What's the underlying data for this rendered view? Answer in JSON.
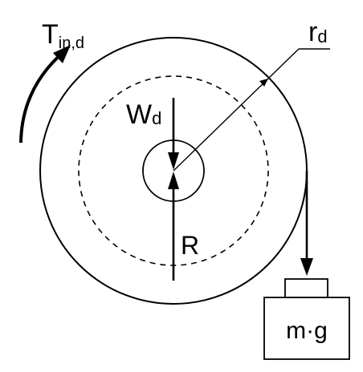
{
  "labels": {
    "torque_main": "T",
    "torque_sub": "in,d",
    "radius_main": "r",
    "radius_sub": "d",
    "weight_main": "W",
    "weight_sub": "d",
    "reaction": "R",
    "load": "m·g"
  }
}
